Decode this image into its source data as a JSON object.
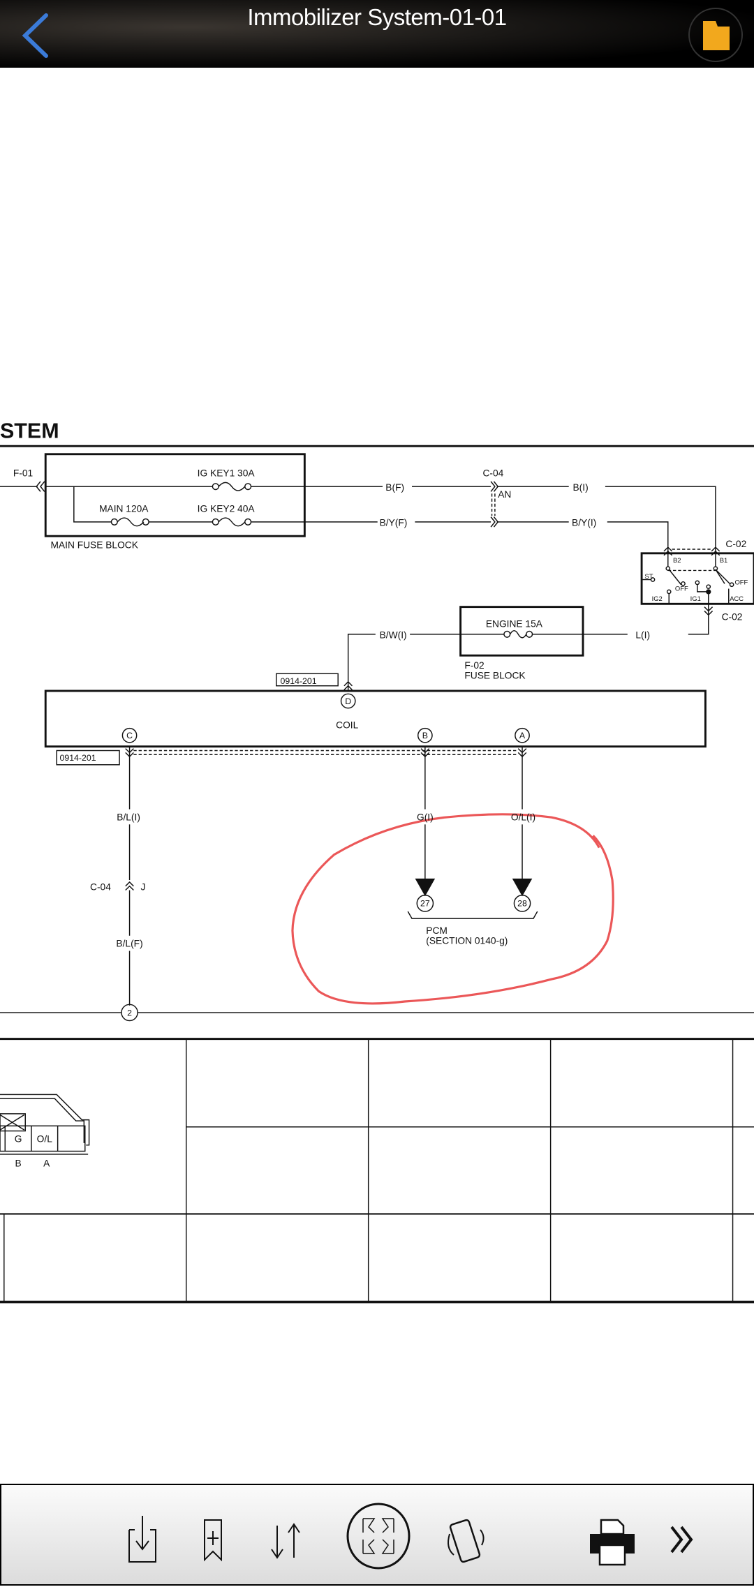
{
  "header": {
    "title": "Immobilizer System-01-01",
    "back_icon": "chevron-left-icon",
    "folder_icon": "folder-icon",
    "accent": "#3b7bd8",
    "folder_color": "#f2a81d"
  },
  "diagram": {
    "section_title": "STEM",
    "main_fuse_block": {
      "label": "MAIN FUSE BLOCK",
      "connector": "F-01",
      "fuses": [
        "IG KEY1 30A",
        "MAIN 120A",
        "IG KEY2 40A"
      ]
    },
    "wires": {
      "bf": "B(F)",
      "bi": "B(I)",
      "byf": "B/Y(F)",
      "byi": "B/Y(I)",
      "bwi": "B/W(I)",
      "li": "L(I)",
      "bli": "B/L(I)",
      "blf": "B/L(F)",
      "gi": "G(I)",
      "oli": "O/L(I)"
    },
    "connectors": {
      "c04": "C-04",
      "an": "AN",
      "c02_top": "C-02",
      "c02_bottom": "C-02",
      "c04_j": "C-04",
      "j": "J",
      "box1": "0914-201",
      "box2": "0914-201"
    },
    "ignition_switch": {
      "b2": "B2",
      "b1": "B1",
      "st": "ST",
      "off1": "OFF",
      "off2": "OFF",
      "ig2": "IG2",
      "ig1": "IG1",
      "acc": "ACC"
    },
    "fuse_block_f02": {
      "fuse": "ENGINE 15A",
      "code": "F-02",
      "label": "FUSE BLOCK"
    },
    "coil": {
      "label": "COIL",
      "pins": {
        "d": "D",
        "c": "C",
        "b": "B",
        "a": "A"
      }
    },
    "pcm": {
      "pins": [
        "27",
        "28"
      ],
      "label": "PCM",
      "section": "(SECTION 0140-g)"
    },
    "ground_ref": "2",
    "connector_view": {
      "cells": [
        "G",
        "O/L"
      ],
      "pins": [
        "B",
        "A"
      ]
    },
    "annotation_color": "#e8393b"
  },
  "toolbar": {
    "icons": [
      "download-icon",
      "bookmark-add-icon",
      "sort-icon",
      "fit-screen-icon",
      "rotate-icon",
      "print-icon",
      "more-icon"
    ]
  }
}
